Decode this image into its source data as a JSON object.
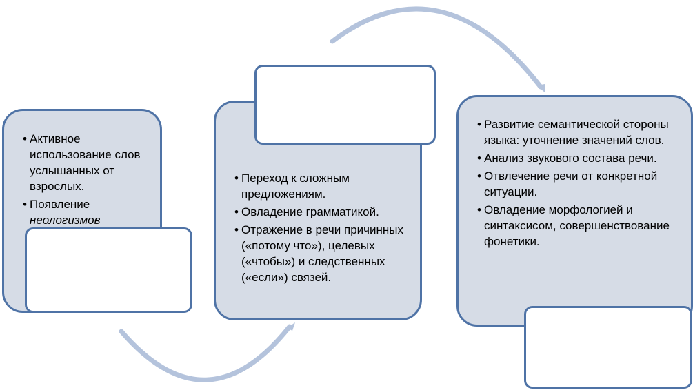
{
  "panels": [
    {
      "items": [
        {
          "text": "Активное использование слов услышанных от взрослых."
        },
        {
          "text": "Появление ",
          "italic": "неологизмов"
        }
      ]
    },
    {
      "items": [
        {
          "text": "Переход к сложным предложениям."
        },
        {
          "text": "Овладение грамматикой."
        },
        {
          "text": "Отражение в речи причинных («потому что»), целевых («чтобы») и следственных  («если») связей."
        }
      ]
    },
    {
      "items": [
        {
          "text": "Развитие семантической стороны языка: уточнение значений слов."
        },
        {
          "text": "Анализ звукового состава речи."
        },
        {
          "text": "Отвлечение речи от конкретной ситуации."
        },
        {
          "text": "Овладение морфологией и синтаксисом, совершенствование фонетики."
        }
      ]
    }
  ],
  "colors": {
    "panel_fill": "#d6dce6",
    "border": "#4f73a6",
    "arrow": "#b4c3dc"
  }
}
